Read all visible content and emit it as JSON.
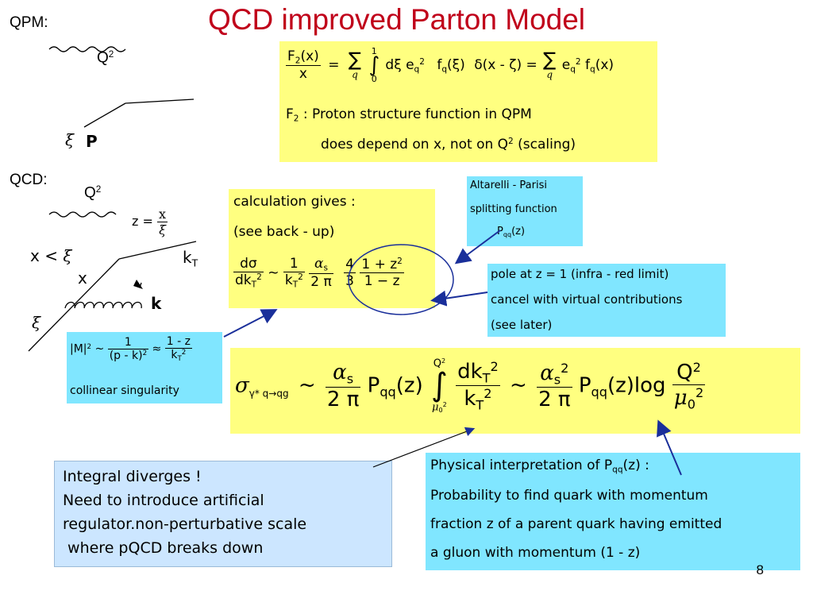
{
  "title": "QCD improved Parton Model",
  "page_number": "8",
  "qpm": {
    "label": "QPM:",
    "q2": "Q",
    "xi": "ξ",
    "p": "P"
  },
  "qcd": {
    "label": "QCD:",
    "q2": "Q",
    "z_eq": "z =",
    "x": "x",
    "xi": "ξ",
    "x_lt": "x <",
    "kt": "k",
    "x_low": "x",
    "k": "k"
  },
  "qpm_box": {
    "f2": "F",
    "x": "x",
    "sum": "∑",
    "q": "q",
    "integral": "∫",
    "lim_hi": "1",
    "lim_lo": "0",
    "integrand": "dξ e",
    "fq_xi": "f",
    "delta": "δ(x - ζ) = ",
    "e": "e",
    "fq_x": "f",
    "line2": "F",
    "line2_rest": " : Proton structure function in QPM",
    "line3": "does depend on x,  not on Q",
    "line3_rest": " (scaling)"
  },
  "calc_box": {
    "line1": "calculation gives :",
    "line2": "(see back - up)",
    "d_sigma": "dσ",
    "dkt2": "dk",
    "one": "1",
    "alpha_s": "α",
    "two_pi": "2 π",
    "four": "4",
    "three": "3",
    "one_plus_z2": "1 + z",
    "one_minus_z": "1 − z"
  },
  "ap_box": {
    "line1": "Altarelli - Parisi",
    "line2": "splitting function",
    "line3": "P",
    "line3_sub": "qq",
    "line3_rest": "(z)"
  },
  "pole_box": {
    "line1": "pole at z = 1 (infra - red  limit)",
    "line2": "cancel with virtual contributions",
    "line3": "(see later)"
  },
  "m_box": {
    "m2": "|M|",
    "one": "1",
    "pk2": "(p - k)",
    "one_minus_z": "1 - z",
    "kt2": "k",
    "label": "collinear singularity"
  },
  "sigma_box": {
    "sigma": "σ",
    "sigma_sub": "γ* q→qg",
    "tilde": "~",
    "alpha_s": "α",
    "two_pi": "2 π",
    "pqq": "P",
    "pqq_rest": "(z)",
    "q2_upper": "Q",
    "mu0": "μ",
    "dkt2": "dk",
    "kt2": "k",
    "alpha_s2": "α",
    "log": "log",
    "q2": "Q"
  },
  "integral_note": {
    "lines": [
      "Integral diverges !",
      "Need to introduce artificial",
      "regulator.non-perturbative scale",
      " where pQCD breaks down"
    ]
  },
  "phys_box": {
    "line1": "Physical interpretation of P",
    "line1_sub": "qq",
    "line1_rest": "(z) :",
    "line2": "Probability to find quark with momentum",
    "line3": "fraction z of a parent quark having emitted",
    "line4": "a gluon with momentum (1 - z)"
  },
  "colors": {
    "title": "#c0001a",
    "yellow_box": "#ffff80",
    "cyan_box": "#80e6ff",
    "light_blue_box": "#cce6ff",
    "arrow": "#1a2f9a"
  }
}
